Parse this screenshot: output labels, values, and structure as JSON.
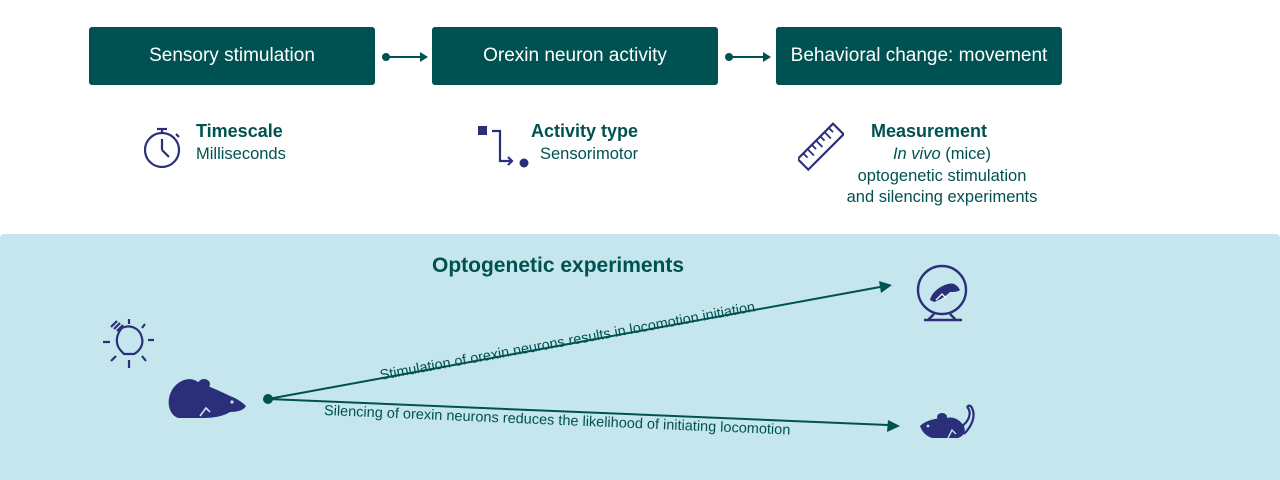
{
  "flow": {
    "steps": [
      {
        "label": "Sensory stimulation"
      },
      {
        "label": "Orexin neuron activity"
      },
      {
        "label": "Behavioral change: movement"
      }
    ]
  },
  "info": {
    "timescale": {
      "title": "Timescale",
      "value": "Milliseconds",
      "icon": "stopwatch-icon"
    },
    "activity": {
      "title": "Activity type",
      "value": "Sensorimotor",
      "icon": "step-arrow-icon"
    },
    "measurement": {
      "title": "Measurement",
      "line1_italic": "In vivo",
      "line1_rest": " (mice)",
      "line2": "optogenetic stimulation",
      "line3": "and silencing experiments",
      "icon": "ruler-icon"
    }
  },
  "experiments": {
    "title": "Optogenetic experiments",
    "stimulation_label": "Stimulation of orexin neurons results in locomotion initiation",
    "silencing_label": "Silencing of orexin neurons reduces the likelihood of initiating locomotion",
    "icons": [
      "light-bulb-icon",
      "mouse-icon",
      "mouse-wheel-icon",
      "small-mouse-icon"
    ]
  },
  "colors": {
    "teal": "#005151",
    "navy": "#2b2f7a",
    "panel": "#c5e6ec"
  }
}
